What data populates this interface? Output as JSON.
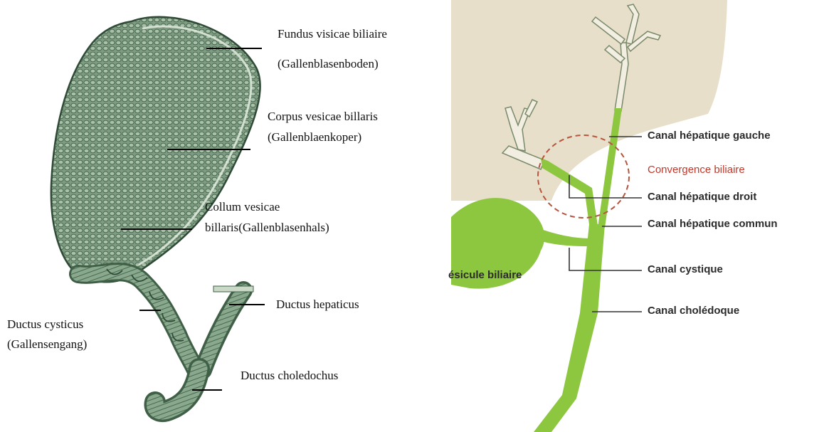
{
  "left_diagram": {
    "labels": {
      "fundus": "Fundus visicae biliaire",
      "fundus_de": "(Gallenblasenboden)",
      "corpus": "Corpus vesicae billaris",
      "corpus_de": "(Gallenblaenkoper)",
      "collum": "Collum vesicae",
      "collum_de": "billaris(Gallenblasenhals)",
      "hepaticus": "Ductus hepaticus",
      "cysticus": "Ductus cysticus",
      "cysticus_de": "(Gallensengang)",
      "choledochus": "Ductus choledochus"
    },
    "colors": {
      "organ_fill": "#7d9c82",
      "organ_dark": "#3f5f46",
      "organ_light": "#c9d8c7"
    }
  },
  "right_diagram": {
    "labels": {
      "hepatique_gauche": "Canal hépatique gauche",
      "convergence": "Convergence biliaire",
      "hepatique_droit": "Canal hépatique droit",
      "hepatique_commun": "Canal hépatique commun",
      "vesicule": "Vésicule biliaire",
      "cystique": "Canal cystique",
      "choledoque": "Canal cholédoque"
    },
    "colors": {
      "liver": "#e7dfc9",
      "duct_green": "#8dc63f",
      "duct_outline": "#7a8a6a",
      "convergence_ring": "#b5553f",
      "convergence_text": "#c0392b"
    }
  }
}
